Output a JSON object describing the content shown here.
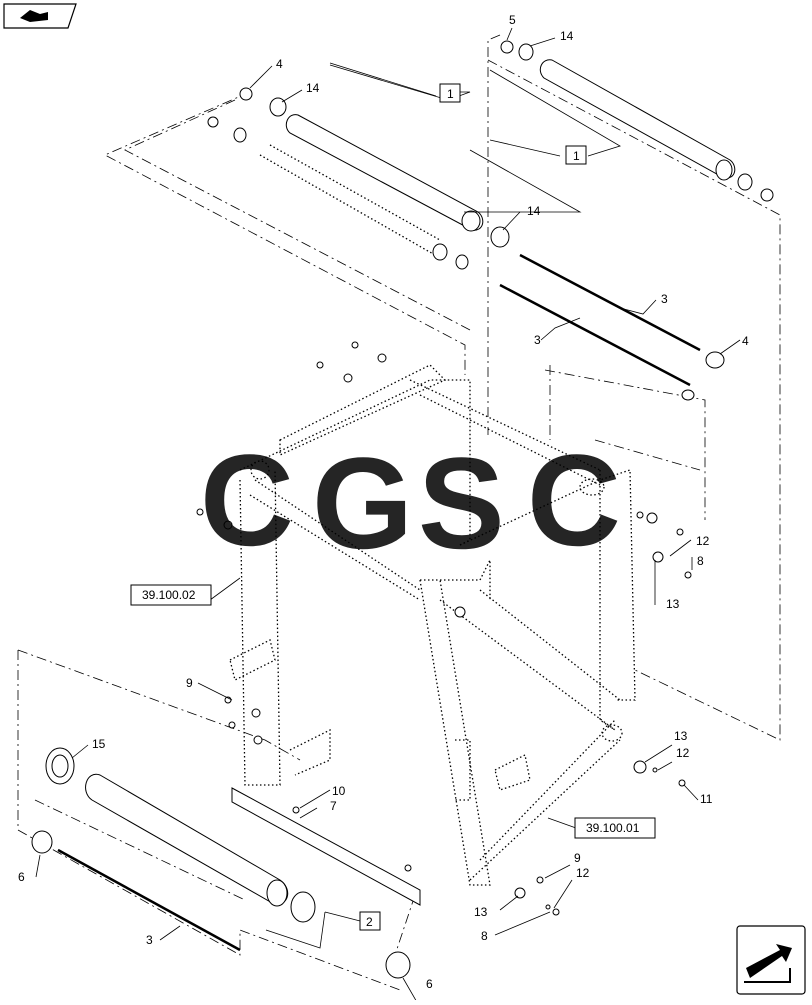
{
  "callouts": {
    "c5": "5",
    "c14a": "14",
    "c4a": "4",
    "c14b": "14",
    "c1a": "1",
    "c1b": "1",
    "c14c": "14",
    "c3a": "3",
    "c3b": "3",
    "c4b": "4",
    "c12a": "12",
    "c8a": "8",
    "c13a": "13",
    "ref_a": "39.100.02",
    "c9a": "9",
    "c15": "15",
    "c10": "10",
    "c7": "7",
    "c13b": "13",
    "c12b": "12",
    "c11": "11",
    "ref_b": "39.100.01",
    "c6a": "6",
    "c9b": "9",
    "c12c": "12",
    "c2": "2",
    "c13c": "13",
    "c3c": "3",
    "c8b": "8",
    "c6b": "6"
  },
  "watermark": {
    "letters": [
      "C",
      "G",
      "S",
      "C"
    ],
    "colors": [
      "#4d8ff5",
      "#f26d6d",
      "#f7cf4a",
      "#3aa56b"
    ]
  },
  "icons": {
    "top_left": "book-arrow-icon",
    "bottom_right": "next-page-arrow-icon"
  }
}
